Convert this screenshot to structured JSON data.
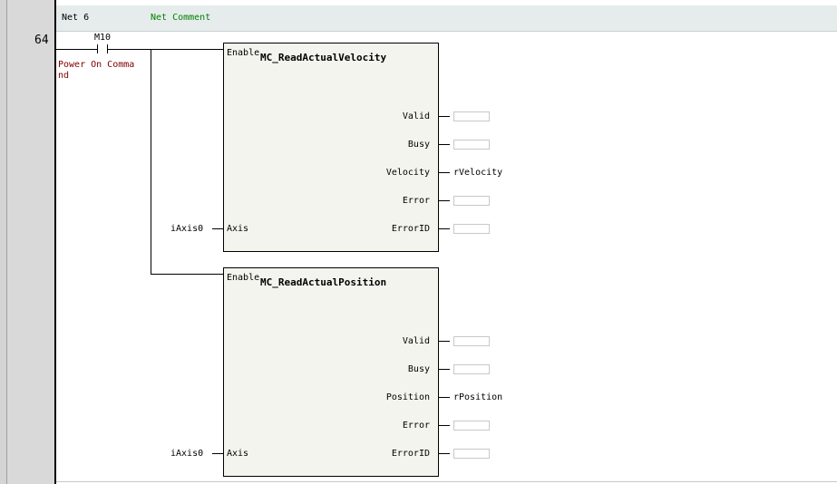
{
  "net": {
    "title": "Net 6",
    "comment": "Net Comment",
    "rung_number": "64"
  },
  "contact": {
    "label": "M10",
    "comment": "Power On Comma\nnd"
  },
  "blocks": [
    {
      "name": "MC_ReadActualVelocity",
      "enable_label": "Enable",
      "input_pin": "Axis",
      "input_var": "iAxis0",
      "outputs": [
        {
          "pin": "Valid",
          "var": ""
        },
        {
          "pin": "Busy",
          "var": ""
        },
        {
          "pin": "Velocity",
          "var": "rVelocity"
        },
        {
          "pin": "Error",
          "var": ""
        },
        {
          "pin": "ErrorID",
          "var": ""
        }
      ]
    },
    {
      "name": "MC_ReadActualPosition",
      "enable_label": "Enable",
      "input_pin": "Axis",
      "input_var": "iAxis0",
      "outputs": [
        {
          "pin": "Valid",
          "var": ""
        },
        {
          "pin": "Busy",
          "var": ""
        },
        {
          "pin": "Position",
          "var": "rPosition"
        },
        {
          "pin": "Error",
          "var": ""
        },
        {
          "pin": "ErrorID",
          "var": ""
        }
      ]
    }
  ]
}
